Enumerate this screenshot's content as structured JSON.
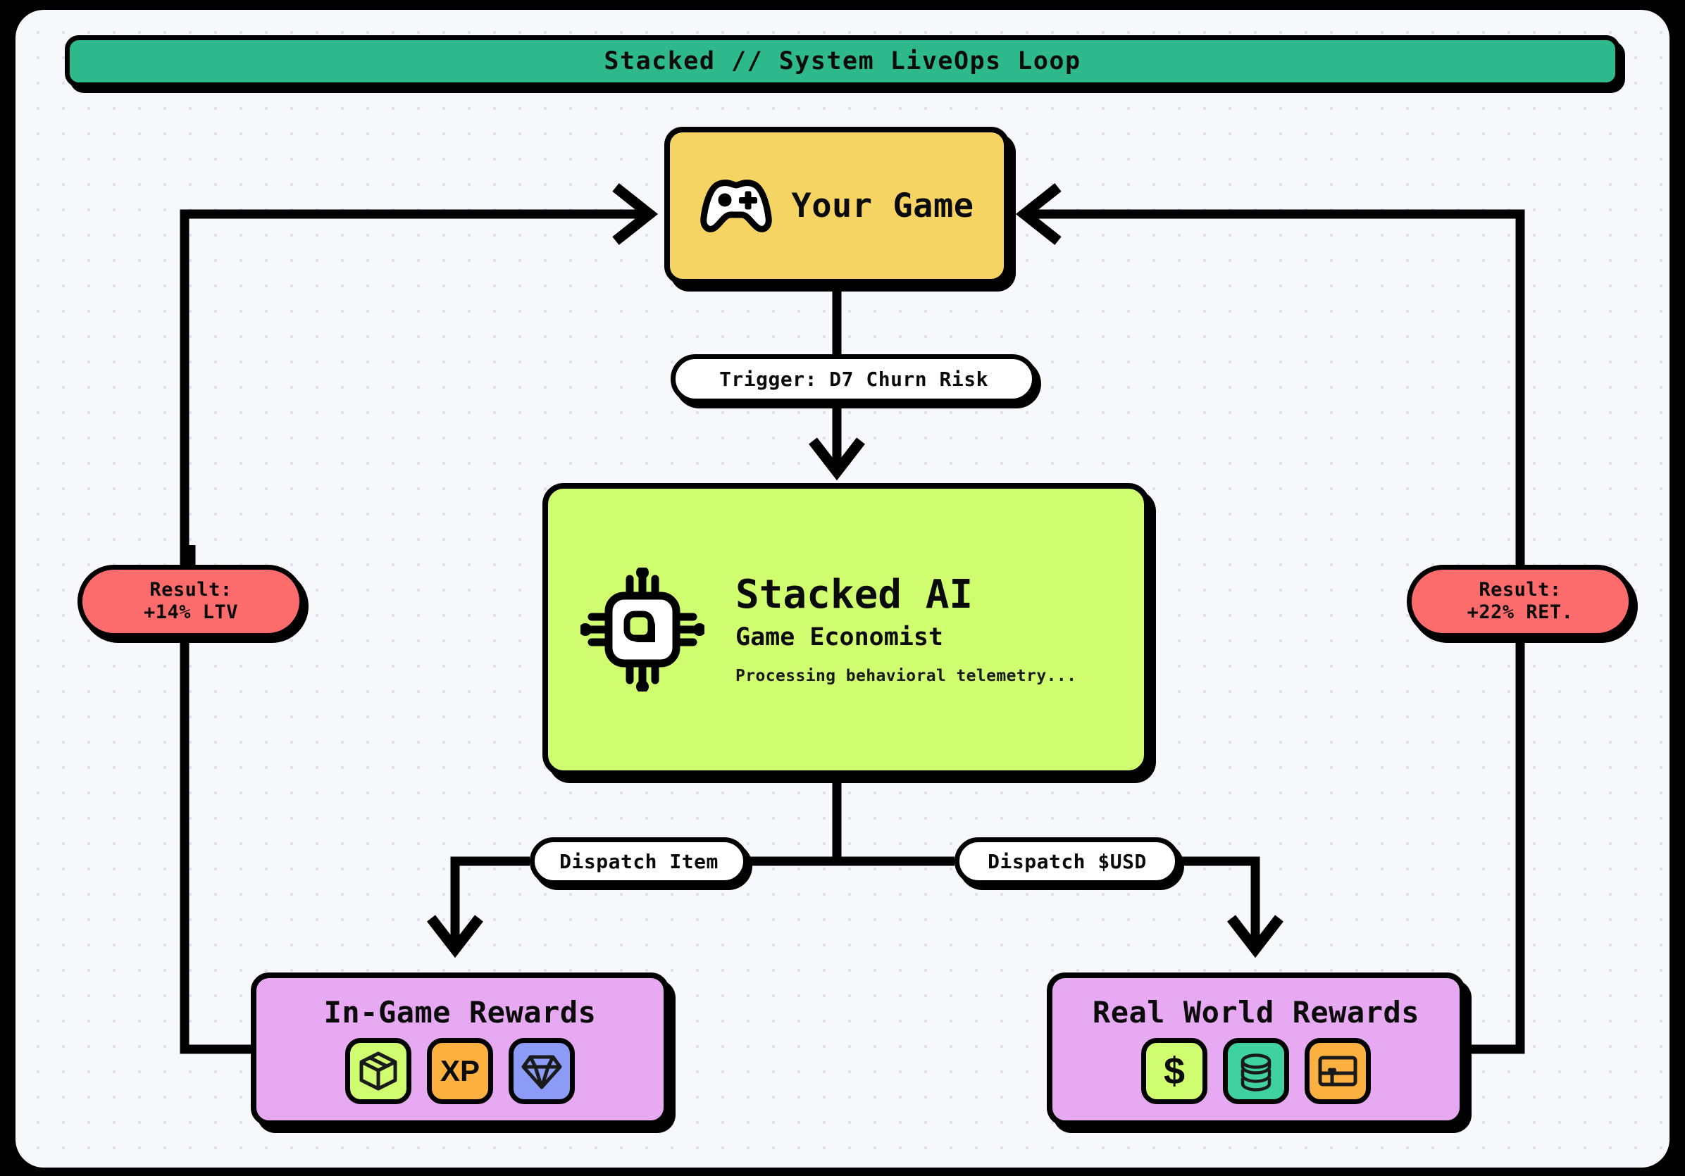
{
  "header": {
    "title": "Stacked // System LiveOps Loop",
    "banner_color": "#2DB98C"
  },
  "canvas": {
    "background_color": "#F6F8FC",
    "dot_color": "#DDE2EC",
    "frame_color": "#000000"
  },
  "nodes": {
    "game": {
      "label": "Your Game",
      "icon": "gamepad-icon",
      "color": "#F5D463"
    },
    "ai": {
      "title": "Stacked AI",
      "subtitle": "Game Economist",
      "status": "Processing behavioral telemetry...",
      "icon": "cpu-chip-icon",
      "color": "#D0FC70"
    },
    "ingame_rewards": {
      "title": "In-Game Rewards",
      "color": "#E8A9F3",
      "tiles": [
        {
          "name": "loot-box-icon",
          "glyph": "",
          "color": "#D0FC70"
        },
        {
          "name": "xp-icon",
          "glyph": "XP",
          "color": "#FBB040"
        },
        {
          "name": "gem-icon",
          "glyph": "",
          "color": "#8C9BF5"
        }
      ]
    },
    "real_world_rewards": {
      "title": "Real World Rewards",
      "color": "#E8A9F3",
      "tiles": [
        {
          "name": "dollar-icon",
          "glyph": "$",
          "color": "#D0FC70"
        },
        {
          "name": "coin-stack-icon",
          "glyph": "",
          "color": "#3FD1A0"
        },
        {
          "name": "gift-card-icon",
          "glyph": "",
          "color": "#FBB040"
        }
      ]
    }
  },
  "edges": {
    "trigger": "Trigger: D7 Churn Risk",
    "dispatch_item": "Dispatch Item",
    "dispatch_usd": "Dispatch $USD"
  },
  "badges": {
    "left": {
      "line1": "Result:",
      "line2": "+14% LTV",
      "color": "#FC6C6C"
    },
    "right": {
      "line1": "Result:",
      "line2": "+22% RET.",
      "color": "#FC6C6C"
    }
  }
}
